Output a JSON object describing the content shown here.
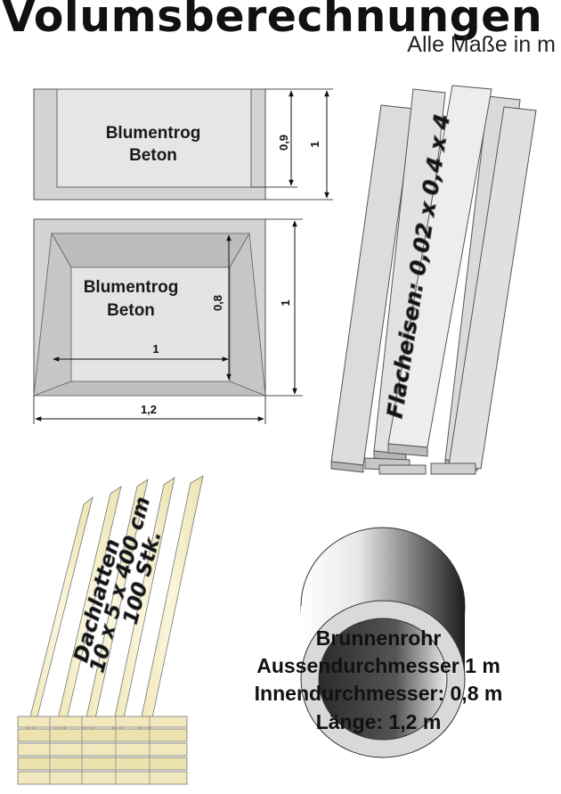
{
  "header": {
    "title": "Volumsberechnungen",
    "subtitle": "Alle Maße in m"
  },
  "trough_side": {
    "label_line1": "Blumentrog",
    "label_line2": "Beton",
    "dim_inner_height": "0,9",
    "dim_outer_height": "1"
  },
  "trough_top": {
    "label_line1": "Blumentrog",
    "label_line2": "Beton",
    "dim_inner_height": "0,8",
    "dim_outer_height": "1",
    "dim_inner_width": "1",
    "dim_outer_width": "1,2"
  },
  "flat_iron": {
    "label": "Flacheisen: 0,02 x 0,4 x 4"
  },
  "battens": {
    "label_line1": "Dachlatten",
    "label_line2": "10 x 5 x 400 cm",
    "label_line3": "100 Stk."
  },
  "pipe": {
    "line1": "Brunnenrohr",
    "line2": "Aussendurchmesser 1 m",
    "line3": "Innendurchmesser: 0,8 m",
    "line4": "Länge: 1,2 m"
  },
  "colors": {
    "concrete": "#d4d4d4",
    "steel_light": "#e6e6e6",
    "wood": "#f3edc4",
    "pipe_dark": "#2a2a2a"
  }
}
